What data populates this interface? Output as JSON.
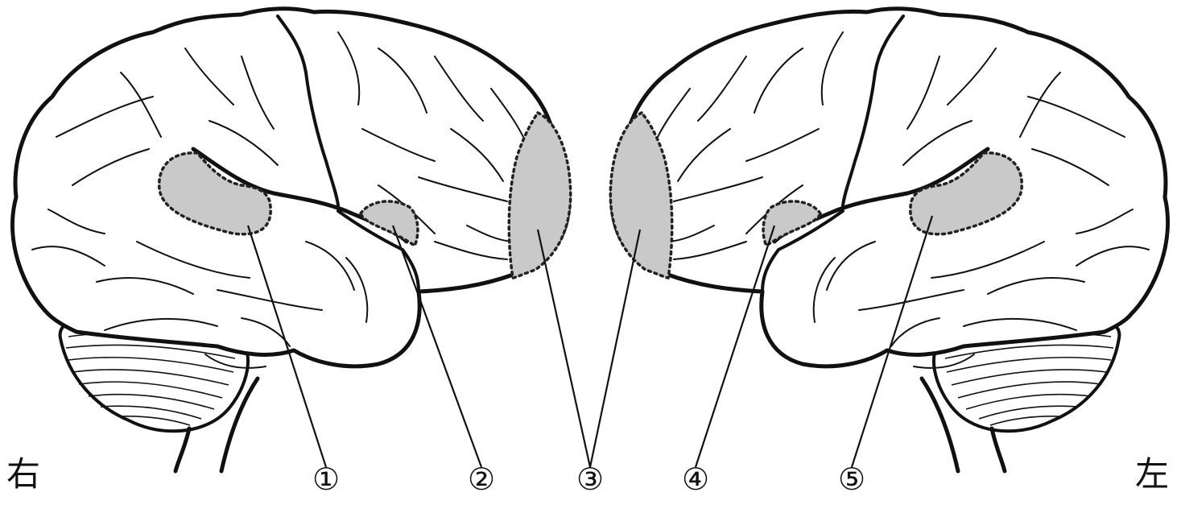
{
  "labels": {
    "right": "右",
    "left": "左",
    "markers": [
      "①",
      "②",
      "③",
      "④",
      "⑤"
    ]
  },
  "colors": {
    "outline": "#111111",
    "region_fill": "#c9c9c9",
    "background": "#ffffff"
  }
}
